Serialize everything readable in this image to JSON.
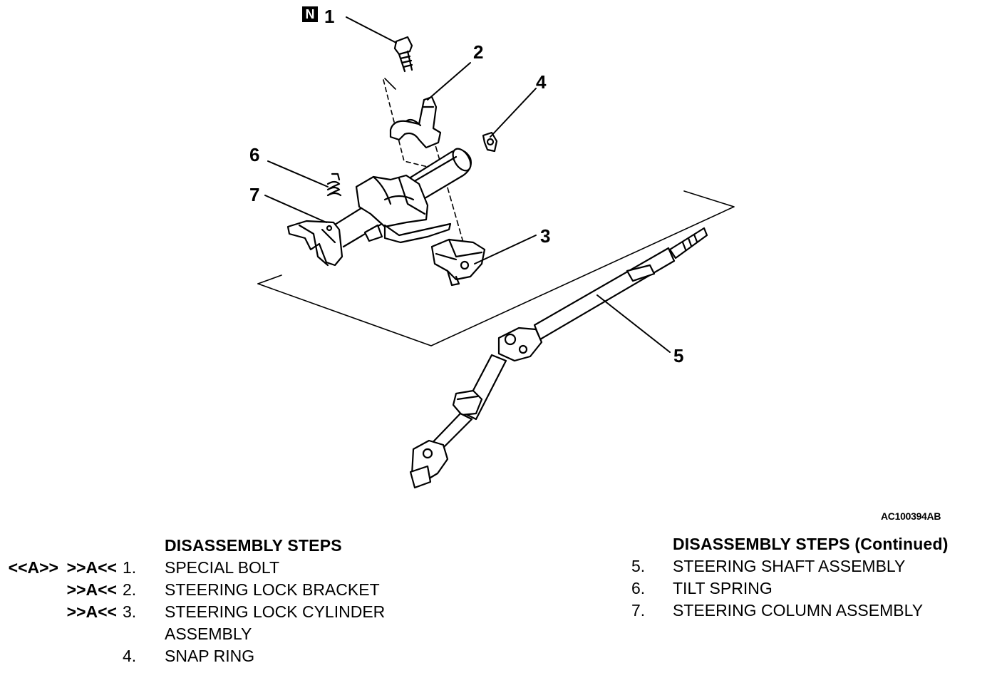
{
  "figure": {
    "id": "AC100394AB",
    "new_part_badge": "N",
    "callouts": [
      {
        "num": "1"
      },
      {
        "num": "2"
      },
      {
        "num": "3"
      },
      {
        "num": "4"
      },
      {
        "num": "5"
      },
      {
        "num": "6"
      },
      {
        "num": "7"
      }
    ]
  },
  "steps_left": {
    "title": "DISASSEMBLY STEPS",
    "items": [
      {
        "mark_a": "<<A>>",
        "mark_b": ">>A<<",
        "num": "1.",
        "name": "SPECIAL BOLT"
      },
      {
        "mark_a": "",
        "mark_b": ">>A<<",
        "num": "2.",
        "name": "STEERING LOCK BRACKET"
      },
      {
        "mark_a": "",
        "mark_b": ">>A<<",
        "num": "3.",
        "name": "STEERING LOCK CYLINDER",
        "name_line2": "ASSEMBLY"
      },
      {
        "mark_a": "",
        "mark_b": "",
        "num": "4.",
        "name": "SNAP RING"
      }
    ]
  },
  "steps_right": {
    "title": "DISASSEMBLY STEPS (Continued)",
    "items": [
      {
        "num": "5.",
        "name": "STEERING SHAFT ASSEMBLY"
      },
      {
        "num": "6.",
        "name": "TILT SPRING"
      },
      {
        "num": "7.",
        "name": "STEERING COLUMN ASSEMBLY"
      }
    ]
  }
}
